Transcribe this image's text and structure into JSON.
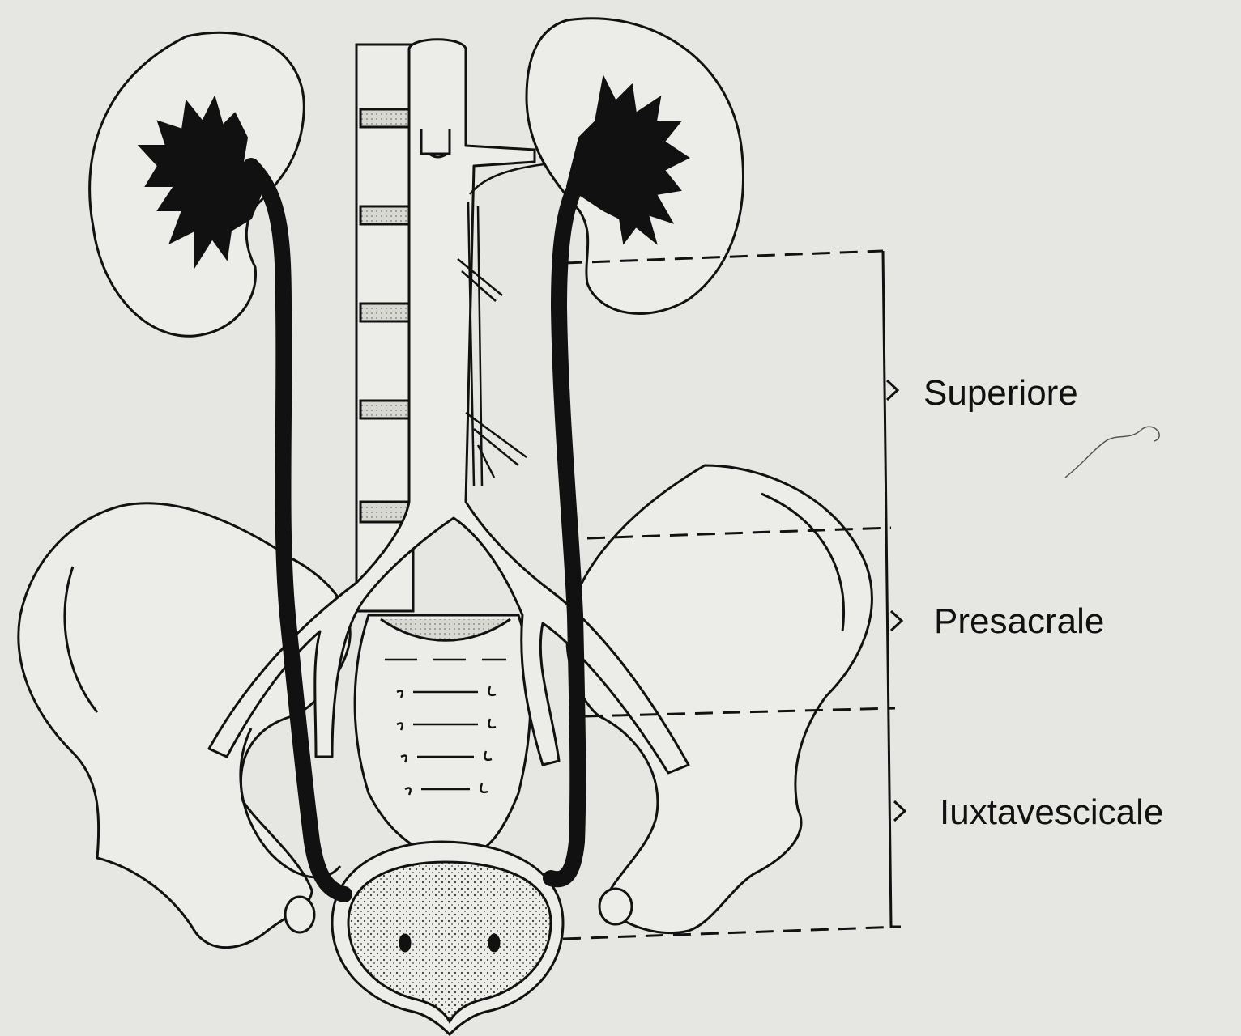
{
  "diagram": {
    "subject": "kidneys, ureters, aorta, spine, pelvis and bladder",
    "colors": {
      "background": "#e6e6e2",
      "ink": "#111111",
      "fill_light": "#ecece8",
      "stipple": "#cfcfc8"
    },
    "segments": [
      {
        "id": "superiore",
        "label": "Superiore"
      },
      {
        "id": "presacrale",
        "label": "Presacrale"
      },
      {
        "id": "iuxtavescicale",
        "label": "Iuxtavescicale"
      }
    ]
  }
}
